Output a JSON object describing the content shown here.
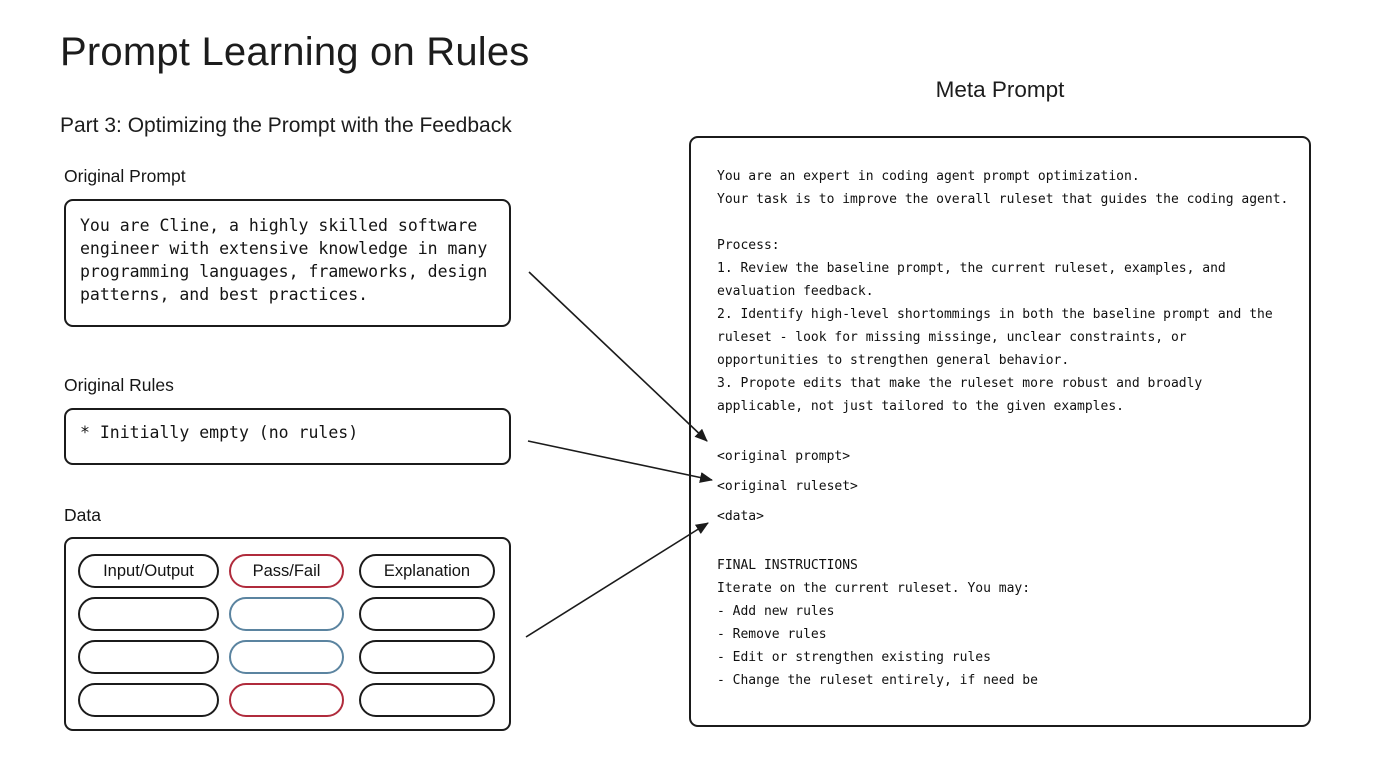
{
  "slide": {
    "title": "Prompt Learning on Rules",
    "subtitle": "Part 3: Optimizing the Prompt with the Feedback"
  },
  "original_prompt": {
    "label": "Original Prompt",
    "text": "You are Cline, a highly skilled software\nengineer with extensive knowledge in many\nprogramming languages, frameworks, design\npatterns, and best practices."
  },
  "original_rules": {
    "label": "Original Rules",
    "text": "* Initially empty (no rules)"
  },
  "data_table": {
    "label": "Data",
    "header": [
      "Input/Output",
      "Pass/Fail",
      "Explanation"
    ],
    "grid": [
      [
        {
          "label": "Input/Output",
          "tone": "black"
        },
        {
          "label": "Pass/Fail",
          "tone": "red"
        },
        {
          "label": "Explanation",
          "tone": "black"
        }
      ],
      [
        {
          "label": "",
          "tone": "black"
        },
        {
          "label": "",
          "tone": "blue"
        },
        {
          "label": "",
          "tone": "black"
        }
      ],
      [
        {
          "label": "",
          "tone": "black"
        },
        {
          "label": "",
          "tone": "blue"
        },
        {
          "label": "",
          "tone": "black"
        }
      ],
      [
        {
          "label": "",
          "tone": "black"
        },
        {
          "label": "",
          "tone": "red"
        },
        {
          "label": "",
          "tone": "black"
        }
      ]
    ]
  },
  "meta_prompt": {
    "title": "Meta Prompt",
    "lines": [
      {
        "kind": "text",
        "text": "You are an expert in coding agent prompt optimization."
      },
      {
        "kind": "text",
        "text": "Your task is to improve the overall ruleset that guides the coding agent."
      },
      {
        "kind": "blank",
        "text": ""
      },
      {
        "kind": "text",
        "text": "Process:"
      },
      {
        "kind": "text",
        "text": "1. Review the baseline prompt, the current ruleset, examples, and"
      },
      {
        "kind": "text",
        "text": "evaluation feedback."
      },
      {
        "kind": "text",
        "text": "2. Identify high-level shortommings in both the baseline prompt and the"
      },
      {
        "kind": "text",
        "text": "ruleset - look for missing missinge, unclear constraints, or"
      },
      {
        "kind": "text",
        "text": "opportunities to strengthen general behavior."
      },
      {
        "kind": "text",
        "text": "3. Propote edits that make the ruleset more robust and broadly"
      },
      {
        "kind": "text",
        "text": "applicable, not just tailored to the given examples."
      },
      {
        "kind": "blank",
        "text": ""
      },
      {
        "kind": "tag",
        "text": "<original prompt>"
      },
      {
        "kind": "tag",
        "text": "<original ruleset>"
      },
      {
        "kind": "tag",
        "text": "<data>"
      },
      {
        "kind": "blank",
        "text": ""
      },
      {
        "kind": "text",
        "text": "FINAL INSTRUCTIONS"
      },
      {
        "kind": "text",
        "text": "Iterate on the current ruleset. You may:"
      },
      {
        "kind": "text",
        "text": "- Add new rules"
      },
      {
        "kind": "text",
        "text": "- Remove rules"
      },
      {
        "kind": "text",
        "text": "- Edit or strengthen existing rules"
      },
      {
        "kind": "text",
        "text": "- Change the ruleset entirely, if need be"
      }
    ]
  },
  "colors": {
    "ink": "#1b1b1b",
    "accent_red": "#b02b3c",
    "accent_blue": "#5b84a0"
  }
}
